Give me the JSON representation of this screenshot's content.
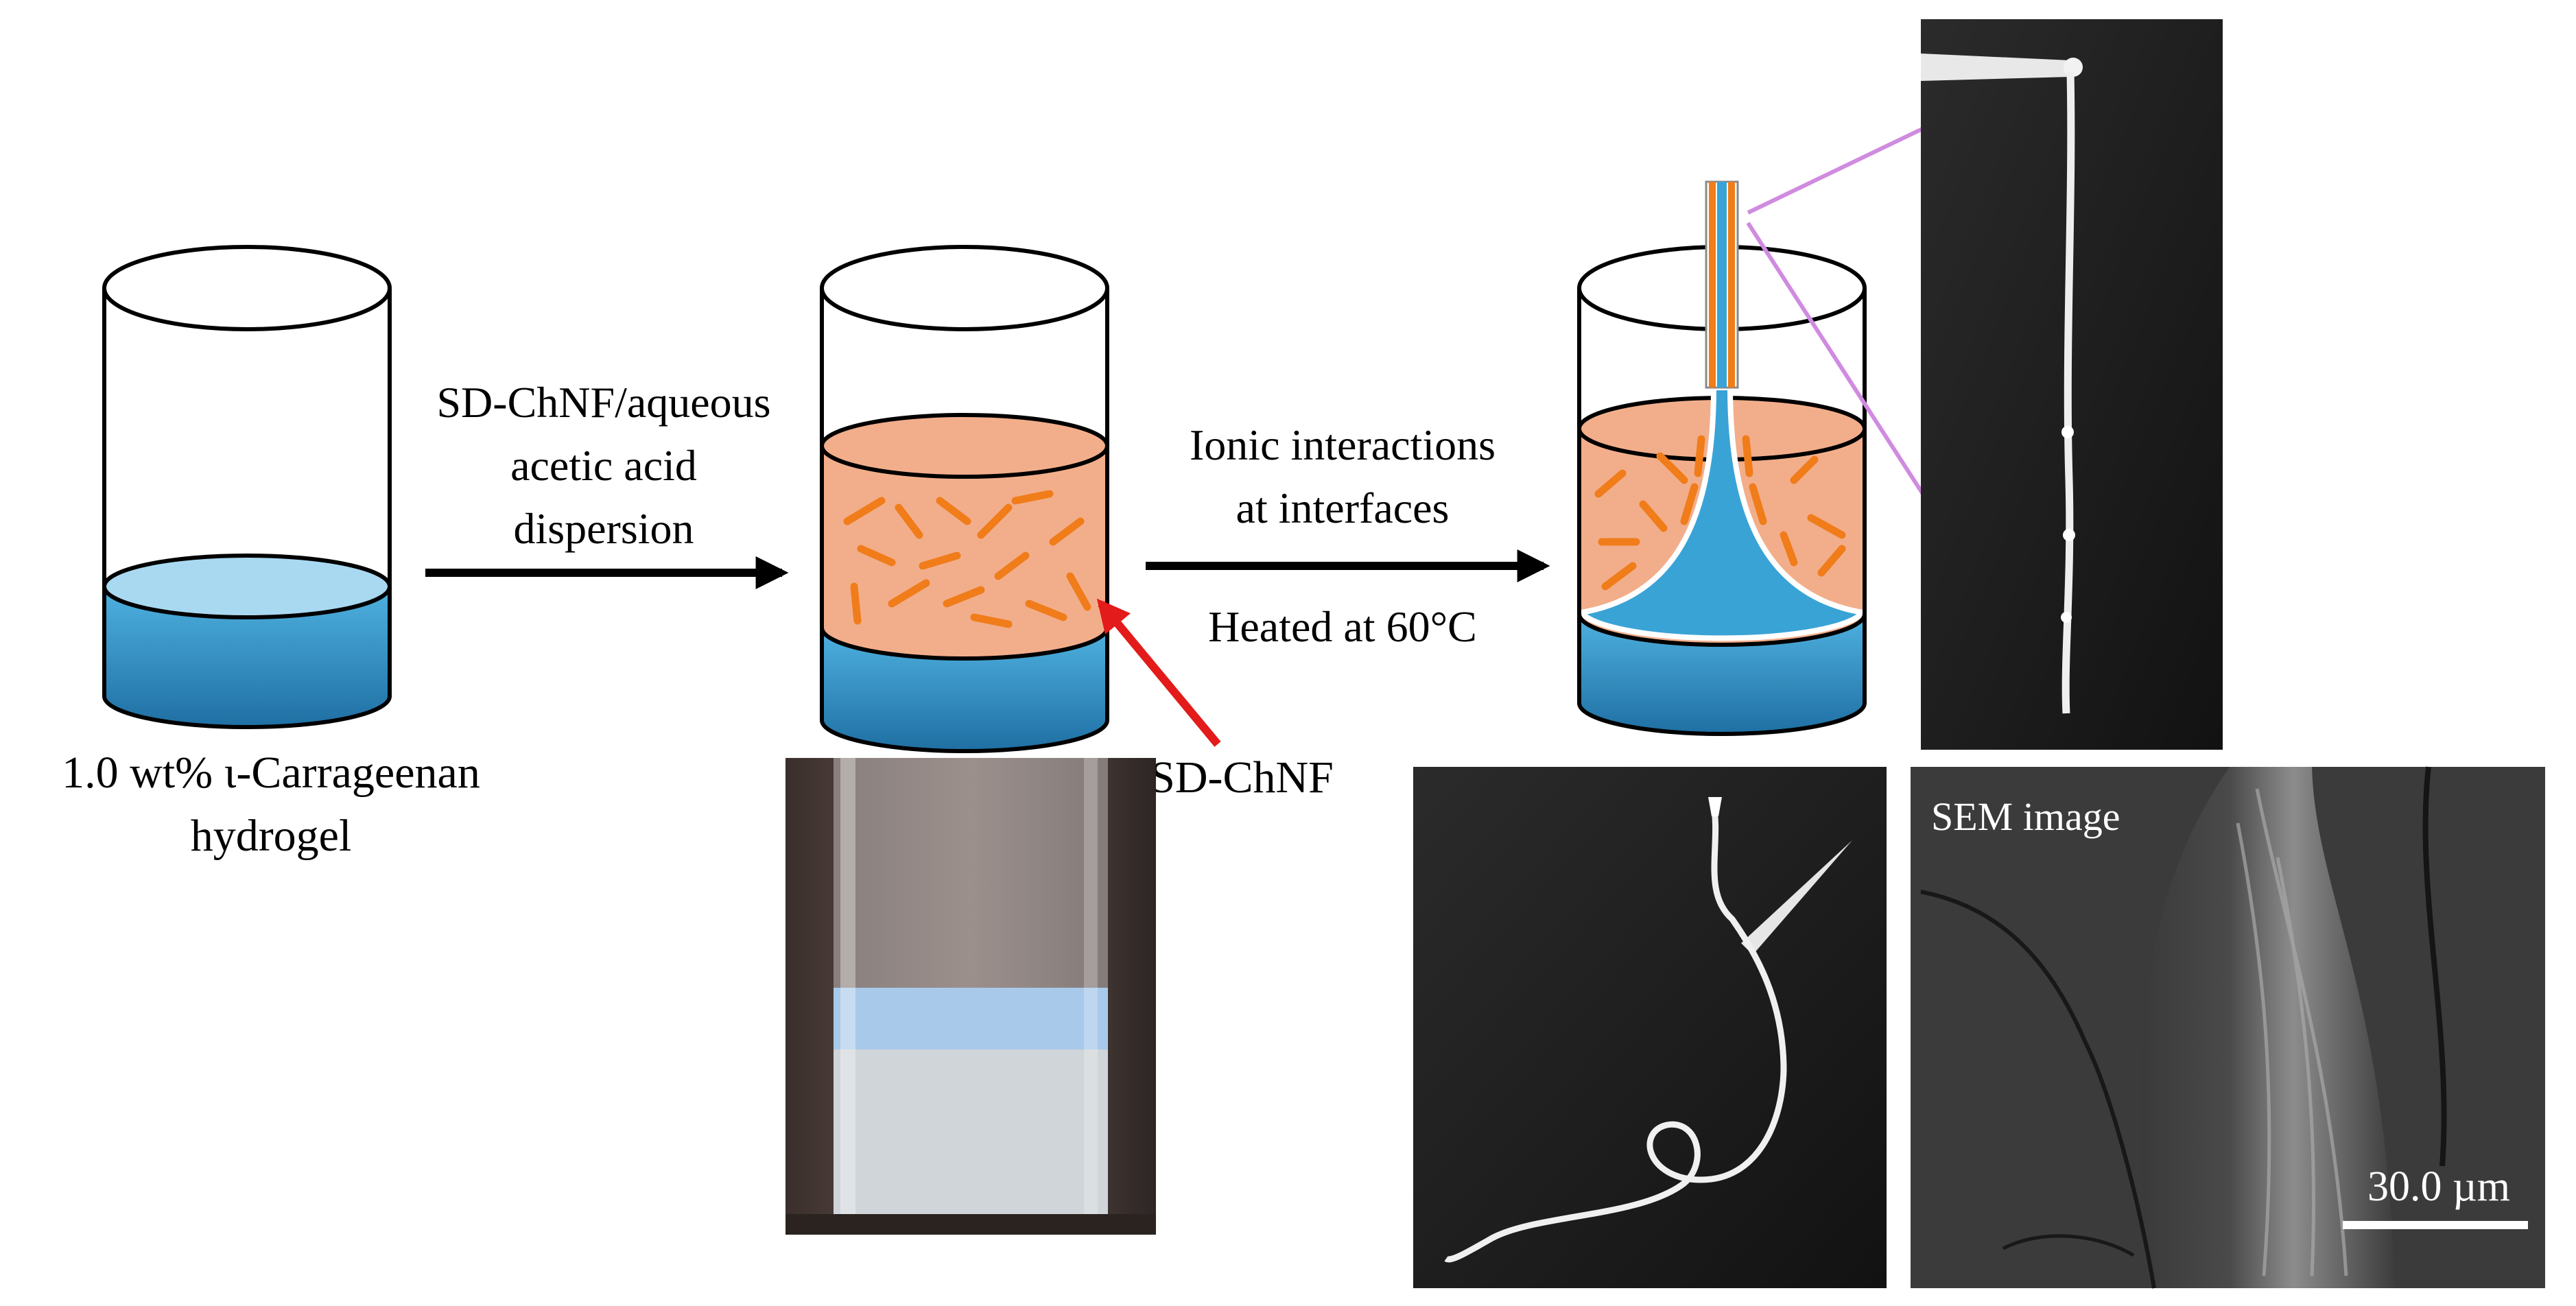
{
  "labels": {
    "hydrogel_line1": "1.0 wt% ι-Carrageenan",
    "hydrogel_line2": "hydrogel",
    "dispersion_line1": "SD-ChNF/aqueous",
    "dispersion_line2": "acetic acid",
    "dispersion_line3": "dispersion",
    "ionic_line1": "Ionic interactions",
    "ionic_line2": "at interfaces",
    "heated": "Heated at 60°C",
    "sd_chnf": "SD-ChNF",
    "sem": "SEM image",
    "scale": "30.0 µm"
  },
  "colors": {
    "hydrogel_blue": "#3aa3d6",
    "dispersion_orange": "#f2ae8b",
    "nanofiber_orange": "#f07c1a",
    "arrow_red": "#e31b1b",
    "connector_pink": "#d08be0"
  }
}
